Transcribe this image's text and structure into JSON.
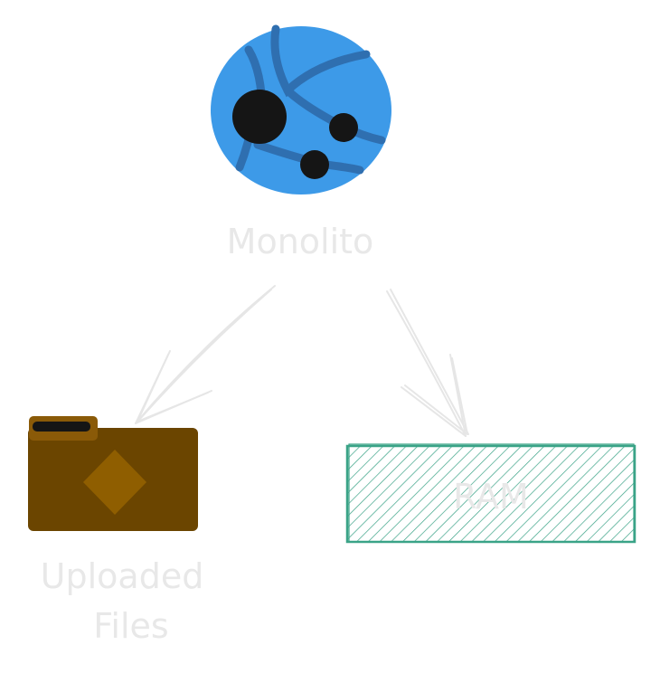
{
  "nodes": {
    "monolith": {
      "label": "Monolito",
      "icon": "globe-network-icon"
    },
    "uploaded_files": {
      "label_line1": "Uploaded",
      "label_line2": "Files",
      "icon": "folder-icon"
    },
    "ram": {
      "label": "RAM"
    }
  },
  "edges": [
    {
      "from": "monolith",
      "to": "uploaded_files"
    },
    {
      "from": "monolith",
      "to": "ram"
    }
  ],
  "colors": {
    "globe": "#3d9ae8",
    "globe_lines": "#2f6fb0",
    "folder": "#6b4500",
    "folder_tab": "#8a5a08",
    "folder_diamond": "#8f5e00",
    "ram_stroke": "#3aa387",
    "labels": "#e8e8e8",
    "arrows": "#e6e6e6"
  }
}
